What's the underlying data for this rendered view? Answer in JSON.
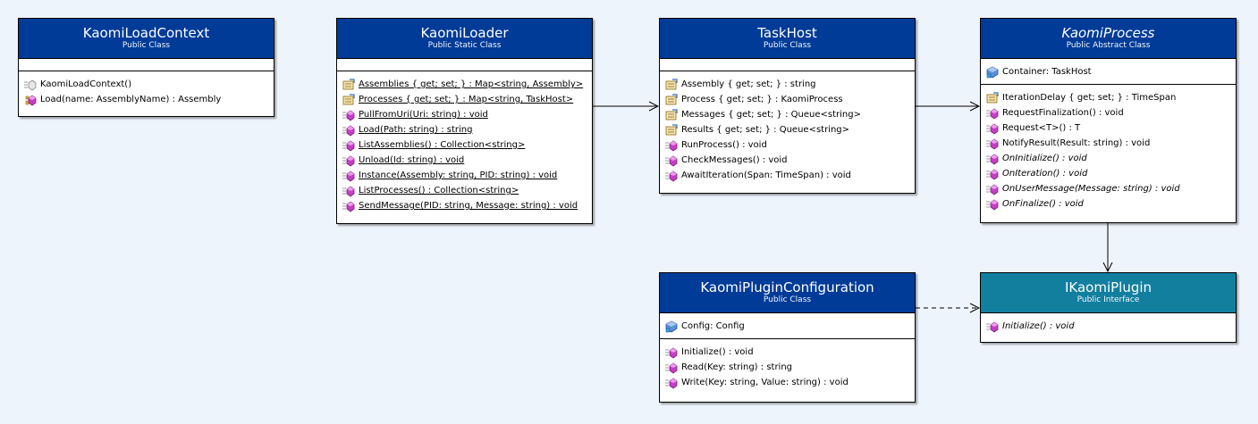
{
  "classes": {
    "load_context": {
      "name": "KaomiLoadContext",
      "stereotype": "Public Class",
      "fields": [],
      "methods": [
        {
          "text": "KaomiLoadContext()",
          "icon": "constructor-icon",
          "style": ""
        },
        {
          "text": "Load(name: AssemblyName) : Assembly",
          "icon": "protected-override-method-icon",
          "style": ""
        }
      ]
    },
    "loader": {
      "name": "KaomiLoader",
      "stereotype": "Public Static Class",
      "fields": [],
      "methods": [
        {
          "text": "Assemblies { get; set; } : Map<string, Assembly>",
          "icon": "property-icon",
          "style": "u"
        },
        {
          "text": "Processes { get; set; } : Map<string, TaskHost>",
          "icon": "property-icon",
          "style": "u"
        },
        {
          "text": "PullFromUri(Uri: string) : void",
          "icon": "method-icon",
          "style": "u"
        },
        {
          "text": "Load(Path: string) : string",
          "icon": "method-icon",
          "style": "u"
        },
        {
          "text": "ListAssemblies() : Collection<string>",
          "icon": "method-icon",
          "style": "u"
        },
        {
          "text": "Unload(Id: string) : void",
          "icon": "method-icon",
          "style": "u"
        },
        {
          "text": "Instance(Assembly: string, PID: string) : void",
          "icon": "method-icon",
          "style": "u"
        },
        {
          "text": "ListProcesses() : Collection<string>",
          "icon": "method-icon",
          "style": "u"
        },
        {
          "text": "SendMessage(PID: string, Message: string) : void",
          "icon": "method-icon",
          "style": "u"
        }
      ]
    },
    "task_host": {
      "name": "TaskHost",
      "stereotype": "Public Class",
      "fields": [],
      "methods": [
        {
          "text": "Assembly { get; set; } : string",
          "icon": "property-icon",
          "style": ""
        },
        {
          "text": "Process { get; set; } : KaomiProcess",
          "icon": "property-icon",
          "style": ""
        },
        {
          "text": "Messages { get; set; } : Queue<string>",
          "icon": "property-icon",
          "style": ""
        },
        {
          "text": "Results { get; set; } : Queue<string>",
          "icon": "property-icon",
          "style": ""
        },
        {
          "text": "RunProcess() : void",
          "icon": "method-icon",
          "style": ""
        },
        {
          "text": "CheckMessages() : void",
          "icon": "method-icon",
          "style": ""
        },
        {
          "text": "AwaitIteration(Span: TimeSpan) : void",
          "icon": "method-icon",
          "style": ""
        }
      ]
    },
    "process": {
      "name": "KaomiProcess",
      "stereotype": "Public Abstract Class",
      "fields": [
        {
          "text": "Container: TaskHost",
          "icon": "field-icon",
          "style": ""
        }
      ],
      "methods": [
        {
          "text": "IterationDelay { get; set; } : TimeSpan",
          "icon": "property-icon",
          "style": ""
        },
        {
          "text": "RequestFinalization() : void",
          "icon": "method-icon",
          "style": ""
        },
        {
          "text": "Request<T>() : T",
          "icon": "method-icon",
          "style": ""
        },
        {
          "text": "NotifyResult(Result: string) : void",
          "icon": "method-icon",
          "style": ""
        },
        {
          "text": "OnInitialize() : void",
          "icon": "method-icon",
          "style": "i"
        },
        {
          "text": "OnIteration() : void",
          "icon": "method-icon",
          "style": "i"
        },
        {
          "text": "OnUserMessage(Message: string) : void",
          "icon": "method-icon",
          "style": "i"
        },
        {
          "text": "OnFinalize() : void",
          "icon": "method-icon",
          "style": "i"
        }
      ]
    },
    "plugin_config": {
      "name": "KaomiPluginConfiguration",
      "stereotype": "Public Class",
      "fields": [
        {
          "text": "Config: Config",
          "icon": "field-icon",
          "style": ""
        }
      ],
      "methods": [
        {
          "text": "Initialize() : void",
          "icon": "method-icon",
          "style": ""
        },
        {
          "text": "Read(Key: string) : string",
          "icon": "method-icon",
          "style": ""
        },
        {
          "text": "Write(Key: string, Value: string) : void",
          "icon": "method-icon",
          "style": ""
        }
      ]
    },
    "plugin_iface": {
      "name": "IKaomiPlugin",
      "stereotype": "Public Interface",
      "fields": [],
      "methods": [
        {
          "text": "Initialize() : void",
          "icon": "method-icon",
          "style": "i"
        }
      ]
    }
  },
  "relations": [
    {
      "from": "KaomiLoader",
      "to": "TaskHost",
      "kind": "association"
    },
    {
      "from": "TaskHost",
      "to": "KaomiProcess",
      "kind": "association"
    },
    {
      "from": "KaomiProcess",
      "to": "IKaomiPlugin",
      "kind": "association"
    },
    {
      "from": "KaomiPluginConfiguration",
      "to": "IKaomiPlugin",
      "kind": "dependency"
    }
  ],
  "colors": {
    "background": "#eef4fc",
    "class_header": "#003b98",
    "interface_header": "#127f9f",
    "method_icon": "#c53fc5",
    "property_icon": "#b8862a",
    "field_icon": "#3a6fc4"
  }
}
